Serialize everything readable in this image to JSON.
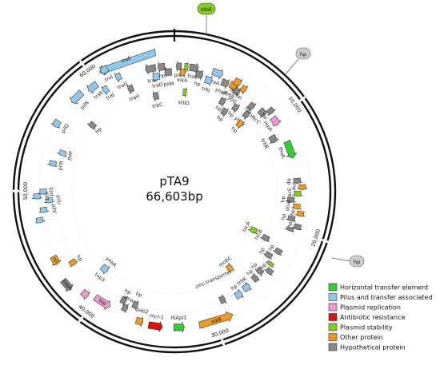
{
  "plasmid": {
    "name": "pTA9",
    "length_label": "66,603bp",
    "length_bp": 66603
  },
  "ticks": [
    {
      "bp": 10000,
      "label": "10,000"
    },
    {
      "bp": 20000,
      "label": "20,000"
    },
    {
      "bp": 30000,
      "label": "30,000"
    },
    {
      "bp": 40000,
      "label": "40,000"
    },
    {
      "bp": 50000,
      "label": "50,000"
    },
    {
      "bp": 60000,
      "label": "60,000"
    }
  ],
  "categories": {
    "hte": {
      "label": "Horizontal transfer element",
      "color": "#33cc33"
    },
    "pilus": {
      "label": "Pilus and transfer associated",
      "color": "#8ec8ee"
    },
    "rep": {
      "label": "Plasmid replication",
      "color": "#ee99cc"
    },
    "abr": {
      "label": "Antibiotic resistance",
      "color": "#dd1111"
    },
    "stab": {
      "label": "Plasmid stability",
      "color": "#88cc22"
    },
    "other": {
      "label": "Other protein",
      "color": "#ee9922"
    },
    "hypo": {
      "label": "Hypothetical protein",
      "color": "#888888"
    }
  },
  "legend_order": [
    "hte",
    "pilus",
    "rep",
    "abr",
    "stab",
    "other",
    "hypo"
  ],
  "callouts": [
    {
      "label": "stbE",
      "style": "stab"
    },
    {
      "label": "hp",
      "style": "hypo"
    },
    {
      "label": "hp",
      "style": "hypo"
    }
  ],
  "genes": [
    {
      "label": "traE",
      "cat": "pilus",
      "a": -20,
      "r": 176,
      "len": 34,
      "dir": -1,
      "lab": "in",
      "lr": 176
    },
    {
      "label": "traB",
      "cat": "hypo",
      "a": -11,
      "r": 157,
      "len": 6,
      "dir": -1,
      "lab": "in",
      "lr": 142
    },
    {
      "label": "traD",
      "cat": "pilus",
      "a": -9,
      "r": 146,
      "len": 4,
      "dir": -1,
      "lab": "in",
      "lr": 135
    },
    {
      "label": "hp",
      "cat": "hypo",
      "a": -6,
      "r": 157,
      "len": 4,
      "dir": -1,
      "lab": "in",
      "lr": 146
    },
    {
      "label": "pilM",
      "cat": "hypo",
      "a": -3,
      "r": 150,
      "len": 4,
      "dir": -1,
      "lab": "in",
      "lr": 135
    },
    {
      "label": "pilL",
      "cat": "hypo",
      "a": 2,
      "r": 157,
      "len": 3,
      "dir": -1,
      "lab": "in",
      "lr": 146
    },
    {
      "label": "kikA",
      "cat": "other",
      "a": 4,
      "r": 150,
      "len": 3,
      "dir": 1,
      "lab": "in",
      "lr": 140
    },
    {
      "label": "",
      "cat": "stab",
      "a": 5.5,
      "r": 157,
      "len": 2,
      "dir": 1,
      "lab": "none"
    },
    {
      "label": "traC",
      "cat": "hypo",
      "a": 9,
      "r": 157,
      "len": 5,
      "dir": 1,
      "lab": "in",
      "lr": 146
    },
    {
      "label": "hp",
      "cat": "hypo",
      "a": 12,
      "r": 150,
      "len": 4,
      "dir": 1,
      "lab": "in",
      "lr": 138
    },
    {
      "label": "traA",
      "cat": "pilus",
      "a": 20,
      "r": 158,
      "len": 6,
      "dir": 1,
      "lab": "in",
      "lr": 146
    },
    {
      "label": "trbJ",
      "cat": "pilus",
      "a": 17,
      "r": 146,
      "len": 4,
      "dir": 1,
      "lab": "in",
      "lr": 134
    },
    {
      "label": "yhaA",
      "cat": "hypo",
      "a": 25,
      "r": 150,
      "len": 4,
      "dir": 1,
      "lab": "in",
      "lr": 138
    },
    {
      "label": "ybeA",
      "cat": "other",
      "a": 29,
      "r": 152,
      "len": 4,
      "dir": 1,
      "lab": "in",
      "lr": 140
    },
    {
      "label": "hp",
      "cat": "other",
      "a": 30,
      "r": 158,
      "len": 4,
      "dir": 1,
      "lab": "in",
      "lr": 146
    },
    {
      "label": "ybiJ",
      "cat": "hypo",
      "a": 32,
      "r": 148,
      "len": 3,
      "dir": 1,
      "lab": "in",
      "lr": 136
    },
    {
      "label": "hp",
      "cat": "other",
      "a": 34,
      "r": 155,
      "len": 3,
      "dir": 1,
      "lab": "in",
      "lr": 144
    },
    {
      "label": "hp",
      "cat": "hypo",
      "a": 28,
      "r": 128,
      "len": 3,
      "dir": 1,
      "lab": "in",
      "lr": 118
    },
    {
      "label": "hp",
      "cat": "hypo",
      "a": 32,
      "r": 118,
      "len": 3,
      "dir": 1,
      "lab": "in",
      "lr": 108
    },
    {
      "label": "hp",
      "cat": "hypo",
      "a": 36,
      "r": 130,
      "len": 3,
      "dir": 1,
      "lab": "in",
      "lr": 120
    },
    {
      "label": "ybhK",
      "cat": "hypo",
      "a": 43,
      "r": 132,
      "len": 3,
      "dir": 1,
      "lab": "in",
      "lr": 120
    },
    {
      "label": "hp",
      "cat": "other",
      "a": 44,
      "r": 118,
      "len": 3,
      "dir": 1,
      "lab": "in",
      "lr": 108
    },
    {
      "label": "hp",
      "cat": "hypo",
      "a": 42,
      "r": 144,
      "len": 3,
      "dir": 1,
      "lab": "in",
      "lr": 138
    },
    {
      "label": "ybcC",
      "cat": "hypo",
      "a": 48,
      "r": 148,
      "len": 4,
      "dir": 1,
      "lab": "in",
      "lr": 136
    },
    {
      "label": "hp",
      "cat": "hypo",
      "a": 50,
      "r": 157,
      "len": 3,
      "dir": 1,
      "lab": "in",
      "lr": 147
    },
    {
      "label": "repA",
      "cat": "rep",
      "a": 55,
      "r": 154,
      "len": 5,
      "dir": 1,
      "lab": "in",
      "lr": 143
    },
    {
      "label": "trbB",
      "cat": "hypo",
      "a": 62,
      "r": 140,
      "len": 4,
      "dir": 1,
      "lab": "in",
      "lr": 128
    },
    {
      "label": "thoA",
      "cat": "hte",
      "a": 70,
      "r": 154,
      "len": 10,
      "dir": 1,
      "lab": "in",
      "lr": 143
    },
    {
      "label": "hp",
      "cat": "hypo",
      "a": 85,
      "r": 154,
      "len": 3,
      "dir": 1,
      "lab": "in",
      "lr": 144
    },
    {
      "label": "hp",
      "cat": "other",
      "a": 88,
      "r": 160,
      "len": 3,
      "dir": 1,
      "lab": "in",
      "lr": 150
    },
    {
      "label": "yacE",
      "cat": "stab",
      "a": 91,
      "r": 154,
      "len": 3,
      "dir": 1,
      "lab": "in",
      "lr": 144
    },
    {
      "label": "hp",
      "cat": "hypo",
      "a": 94,
      "r": 146,
      "len": 3,
      "dir": 1,
      "lab": "in",
      "lr": 136
    },
    {
      "label": "dnaJ",
      "cat": "other",
      "a": 97,
      "r": 154,
      "len": 3,
      "dir": 1,
      "lab": "in",
      "lr": 143
    },
    {
      "label": "hp",
      "cat": "other",
      "a": 100,
      "r": 160,
      "len": 3,
      "dir": 1,
      "lab": "in",
      "lr": 150
    },
    {
      "label": "hp",
      "cat": "hypo",
      "a": 103,
      "r": 150,
      "len": 3,
      "dir": 1,
      "lab": "in",
      "lr": 140
    },
    {
      "label": "hp",
      "cat": "hypo",
      "a": 106,
      "r": 160,
      "len": 3,
      "dir": 1,
      "lab": "in",
      "lr": 150
    },
    {
      "label": "",
      "cat": "hypo",
      "a": 108,
      "r": 152,
      "len": 2,
      "dir": 1,
      "lab": "none"
    },
    {
      "label": "hicA",
      "cat": "stab",
      "a": 116,
      "r": 110,
      "len": 3,
      "dir": 1,
      "lab": "in",
      "lr": 100
    },
    {
      "label": "hicB",
      "cat": "hypo",
      "a": 117,
      "r": 128,
      "len": 3,
      "dir": 1,
      "lab": "in",
      "lr": 118
    },
    {
      "label": "hp",
      "cat": "hypo",
      "a": 120,
      "r": 150,
      "len": 3,
      "dir": 1,
      "lab": "in",
      "lr": 140
    },
    {
      "label": "hp",
      "cat": "hypo",
      "a": 124,
      "r": 142,
      "len": 3,
      "dir": 1,
      "lab": "in",
      "lr": 132
    },
    {
      "label": "",
      "cat": "stab",
      "a": 127,
      "r": 150,
      "len": 2,
      "dir": 1,
      "lab": "none"
    },
    {
      "label": "hp",
      "cat": "hypo",
      "a": 130,
      "r": 155,
      "len": 3,
      "dir": 1,
      "lab": "in",
      "lr": 145
    },
    {
      "label": "hp",
      "cat": "hypo",
      "a": 133,
      "r": 146,
      "len": 3,
      "dir": 1,
      "lab": "in",
      "lr": 136
    },
    {
      "label": "hp",
      "cat": "hypo",
      "a": 137,
      "r": 148,
      "len": 3,
      "dir": -1,
      "lab": "in",
      "lr": 138
    },
    {
      "label": "trbK",
      "cat": "pilus",
      "a": 143,
      "r": 150,
      "len": 4,
      "dir": -1,
      "lab": "in",
      "lr": 140
    },
    {
      "label": "hp",
      "cat": "pilus",
      "a": 148,
      "r": 152,
      "len": 4,
      "dir": -1,
      "lab": "in",
      "lr": 141
    },
    {
      "label": "mobC",
      "cat": "other",
      "a": 144,
      "r": 118,
      "len": 3,
      "dir": -1,
      "lab": "in",
      "lr": 108
    },
    {
      "label": "zinc transporter",
      "cat": "hypo",
      "a": 156,
      "r": 148,
      "len": 3,
      "dir": -1,
      "lab": "in",
      "lr": 120
    },
    {
      "label": "nikB",
      "cat": "other",
      "a": 162,
      "r": 170,
      "len": 20,
      "dir": -1,
      "lab": "on",
      "lr": 170
    },
    {
      "label": "ISApl1",
      "cat": "hte",
      "a": 178,
      "r": 170,
      "len": 6,
      "dir": -1,
      "lab": "in",
      "lr": 158
    },
    {
      "label": "mcr-1",
      "cat": "abr",
      "a": 188,
      "r": 170,
      "len": 8,
      "dir": -1,
      "lab": "in",
      "lr": 158
    },
    {
      "label": "pap2",
      "cat": "other",
      "a": 195,
      "r": 168,
      "len": 4,
      "dir": -1,
      "lab": "in",
      "lr": 154
    },
    {
      "label": "hp",
      "cat": "hypo",
      "a": 199,
      "r": 150,
      "len": 3,
      "dir": -1,
      "lab": "in",
      "lr": 136
    },
    {
      "label": "hp",
      "cat": "hypo",
      "a": 205,
      "r": 150,
      "len": 3,
      "dir": -1,
      "lab": "in",
      "lr": 138
    },
    {
      "label": "Hha",
      "cat": "hypo",
      "a": 203,
      "r": 158,
      "len": 3,
      "dir": -1,
      "lab": "in",
      "lr": 146
    },
    {
      "label": "top",
      "cat": "rep",
      "a": 213,
      "r": 165,
      "len": 10,
      "dir": -1,
      "lab": "on",
      "lr": 165
    },
    {
      "label": "top3",
      "cat": "rep",
      "a": 221,
      "r": 170,
      "len": 4,
      "dir": -1,
      "lab": "in",
      "lr": 142
    },
    {
      "label": "yeeA",
      "cat": "pilus",
      "a": 222,
      "r": 130,
      "len": 4,
      "dir": -1,
      "lab": "in",
      "lr": 118
    },
    {
      "label": "tnpA",
      "cat": "hypo",
      "a": 229,
      "r": 178,
      "len": 7,
      "dir": -1,
      "lab": "on",
      "lr": 178
    },
    {
      "label": "hp",
      "cat": "other",
      "a": 235,
      "r": 155,
      "len": 3,
      "dir": -1,
      "lab": "in",
      "lr": 145
    },
    {
      "label": "rci",
      "cat": "other",
      "a": 240,
      "r": 172,
      "len": 5,
      "dir": -1,
      "lab": "on",
      "lr": 172
    },
    {
      "label": "",
      "cat": "pilus",
      "a": 258,
      "r": 172,
      "len": 3,
      "dir": -1,
      "lab": "none"
    },
    {
      "label": "pilV",
      "cat": "pilus",
      "a": 262,
      "r": 165,
      "len": 3,
      "dir": -1,
      "lab": "in",
      "lr": 152
    },
    {
      "label": "pilU",
      "cat": "pilus",
      "a": 266,
      "r": 157,
      "len": 3,
      "dir": -1,
      "lab": "in",
      "lr": 145
    },
    {
      "label": "pilT",
      "cat": "pilus",
      "a": 268,
      "r": 172,
      "len": 3,
      "dir": -1,
      "lab": "in",
      "lr": 160
    },
    {
      "label": "pilS",
      "cat": "pilus",
      "a": 270,
      "r": 164,
      "len": 3,
      "dir": -1,
      "lab": "in",
      "lr": 154
    },
    {
      "label": "pilR",
      "cat": "pilus",
      "a": 283,
      "r": 156,
      "len": 3,
      "dir": -1,
      "lab": "in",
      "lr": 146
    },
    {
      "label": "pilP",
      "cat": "pilus",
      "a": 289,
      "r": 148,
      "len": 3,
      "dir": -1,
      "lab": "in",
      "lr": 138
    },
    {
      "label": "pilQ",
      "cat": "pilus",
      "a": 300,
      "r": 170,
      "len": 4,
      "dir": -1,
      "lab": "in",
      "lr": 158
    },
    {
      "label": "hp",
      "cat": "hypo",
      "a": 309,
      "r": 132,
      "len": 3,
      "dir": -1,
      "lab": "in",
      "lr": 122
    },
    {
      "label": "pilN",
      "cat": "pilus",
      "a": 314,
      "r": 170,
      "len": 8,
      "dir": -1,
      "lab": "in",
      "lr": 156
    },
    {
      "label": "traK",
      "cat": "pilus",
      "a": 322,
      "r": 166,
      "len": 6,
      "dir": -1,
      "lab": "in",
      "lr": 154
    },
    {
      "label": "traJ",
      "cat": "pilus",
      "a": 326,
      "r": 154,
      "len": 3,
      "dir": -1,
      "lab": "in",
      "lr": 144
    },
    {
      "label": "traI",
      "cat": "pilus",
      "a": 330,
      "r": 176,
      "len": 4,
      "dir": -1,
      "lab": "in",
      "lr": 164
    },
    {
      "label": "traG",
      "cat": "pilus",
      "a": 334,
      "r": 160,
      "len": 3,
      "dir": -1,
      "lab": "in",
      "lr": 148
    },
    {
      "label": "traH",
      "cat": "hypo",
      "a": 337,
      "r": 140,
      "len": 3,
      "dir": -1,
      "lab": "in",
      "lr": 128
    },
    {
      "label": "trbC",
      "cat": "hypo",
      "a": 349,
      "r": 122,
      "len": 3,
      "dir": -1,
      "lab": "in",
      "lr": 110
    },
    {
      "label": "stbD",
      "cat": "stab",
      "a": 6,
      "r": 125,
      "len": 2,
      "dir": 1,
      "lab": "in",
      "lr": 112
    }
  ]
}
